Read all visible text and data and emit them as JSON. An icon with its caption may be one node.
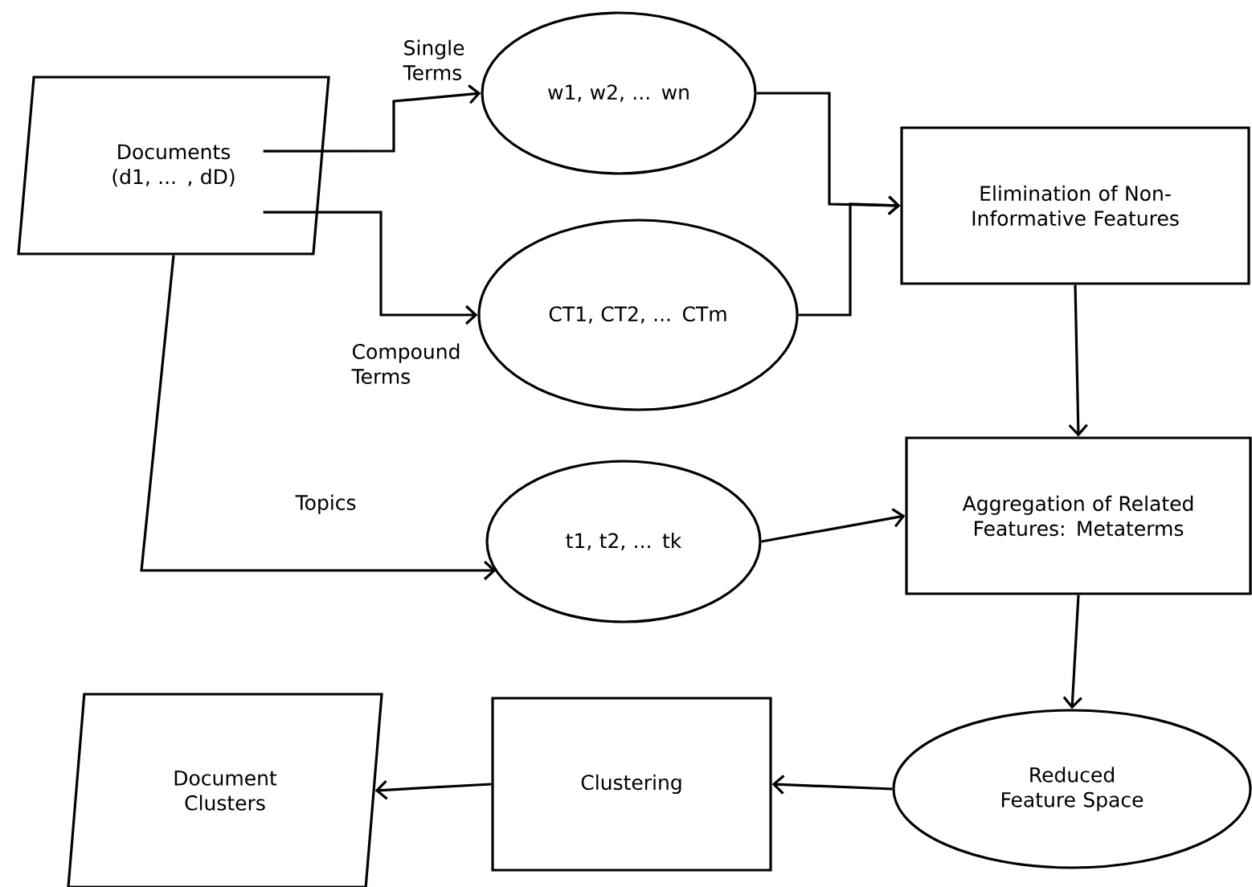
{
  "diagram": {
    "nodes": [
      {
        "text": [
          "Documents (d1, ... , dD)"
        ]
      },
      {
        "text": [
          "w1, w2, ... wn"
        ]
      },
      {
        "text": [
          "CT1, CT2, ... CTm"
        ]
      },
      {
        "text": [
          "Elimination of Non-Informative Features"
        ]
      },
      {
        "text": [
          "Aggregation of Related Features: Metaterms"
        ]
      },
      {
        "text": [
          "t1, t2, ... tk"
        ]
      },
      {
        "text": [
          "Reduced Feature Space"
        ]
      },
      {
        "text": [
          "Clustering"
        ]
      },
      {
        "text": [
          "Document Clusters"
        ]
      }
    ],
    "edges": [
      {
        "from": 0,
        "to": 1,
        "arrow": "to",
        "label": "Single Terms"
      },
      {
        "from": 0,
        "to": 2,
        "arrow": "to",
        "label": "Compound Terms"
      },
      {
        "from": 0,
        "to": 5,
        "arrow": "to",
        "label": "Topics"
      },
      {
        "from": 1,
        "to": 3,
        "arrow": "to"
      },
      {
        "from": 2,
        "to": 3,
        "arrow": "to"
      },
      {
        "from": 3,
        "to": 4,
        "arrow": "to"
      },
      {
        "from": 5,
        "to": 4,
        "arrow": "to"
      },
      {
        "from": 4,
        "to": 6,
        "arrow": "to"
      },
      {
        "from": 6,
        "to": 7,
        "arrow": "to"
      },
      {
        "from": 7,
        "to": 8,
        "arrow": "to"
      }
    ]
  }
}
